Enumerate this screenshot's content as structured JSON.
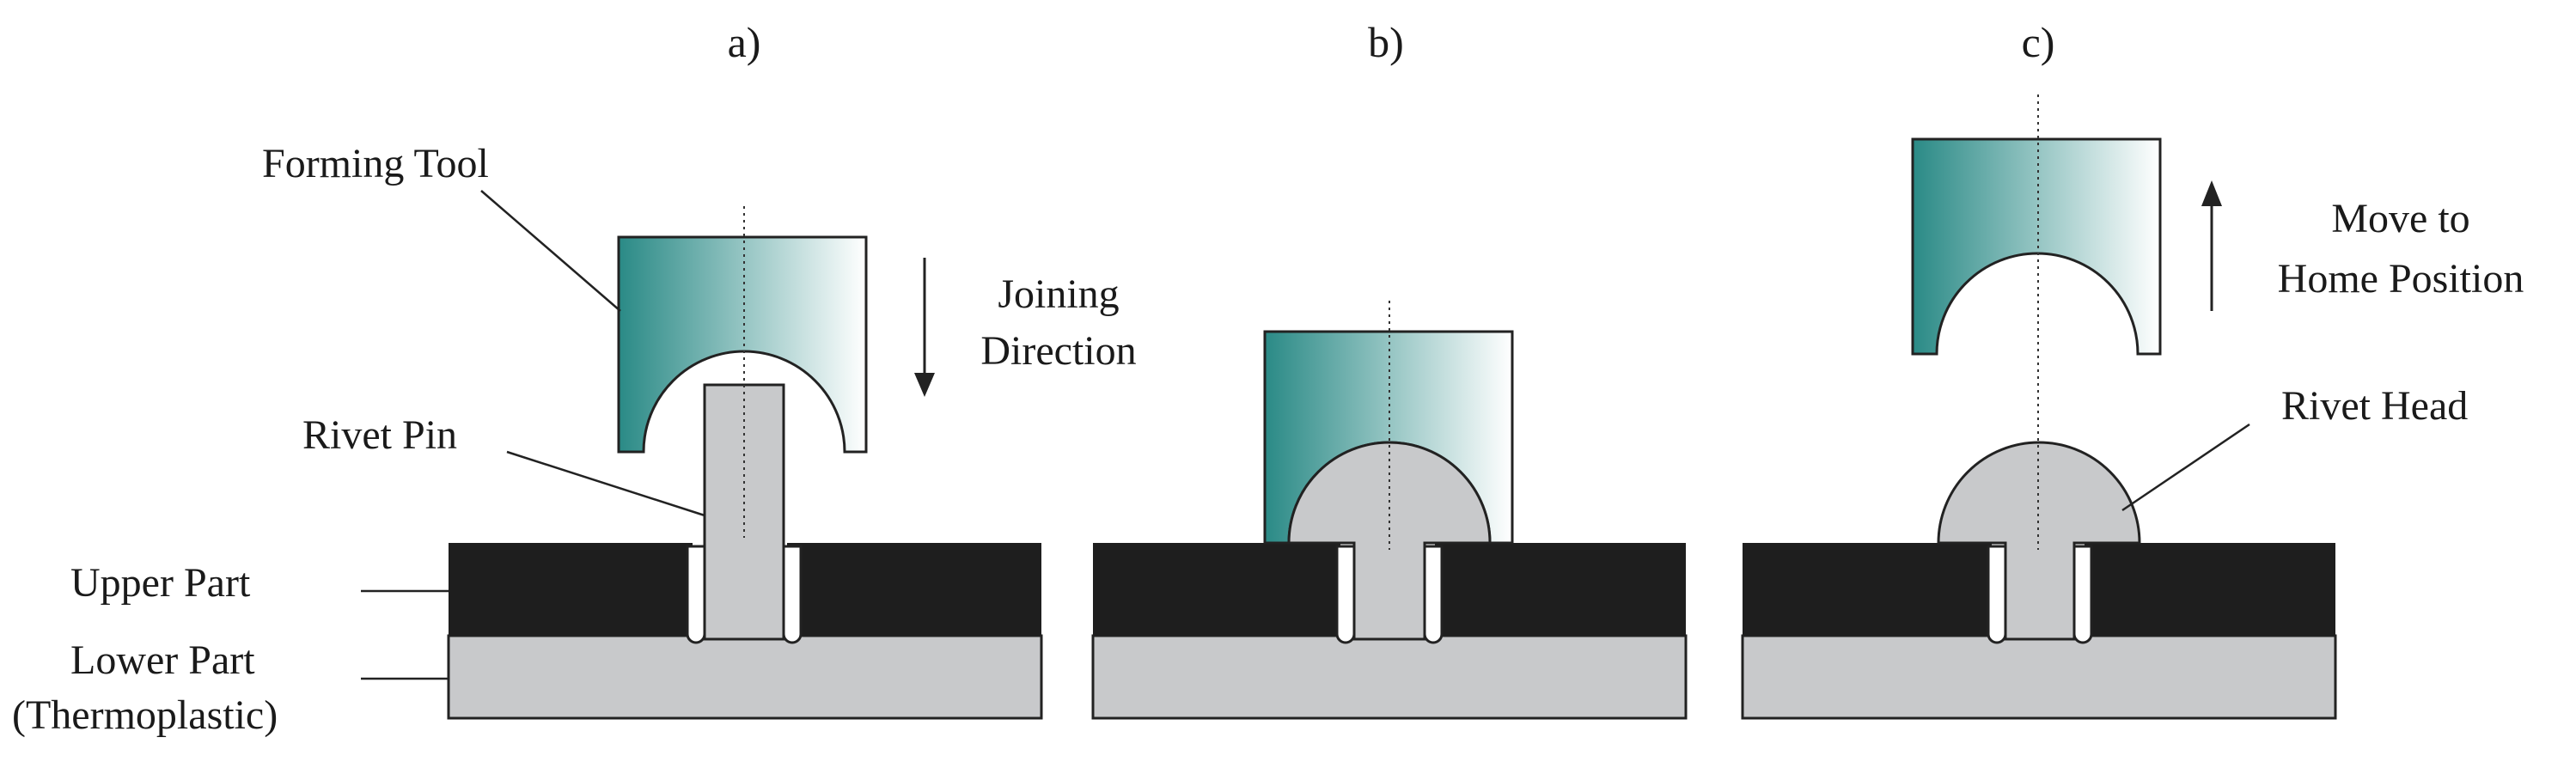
{
  "panels": {
    "a": {
      "label": "a)"
    },
    "b": {
      "label": "b)"
    },
    "c": {
      "label": "c)"
    }
  },
  "labels": {
    "forming_tool": "Forming Tool",
    "rivet_pin": "Rivet Pin",
    "upper_part": "Upper Part",
    "lower_part": "Lower Part",
    "lower_part_sub": "(Thermoplastic)",
    "joining_direction_1": "Joining",
    "joining_direction_2": "Direction",
    "move_home_1": "Move to",
    "move_home_2": "Home Position",
    "rivet_head": "Rivet Head"
  },
  "colors": {
    "tool_dark": "#2a8a86",
    "tool_light": "#ffffff",
    "upper_part": "#1e1e1e",
    "lower_part": "#c8c9cb",
    "outline": "#222222"
  }
}
